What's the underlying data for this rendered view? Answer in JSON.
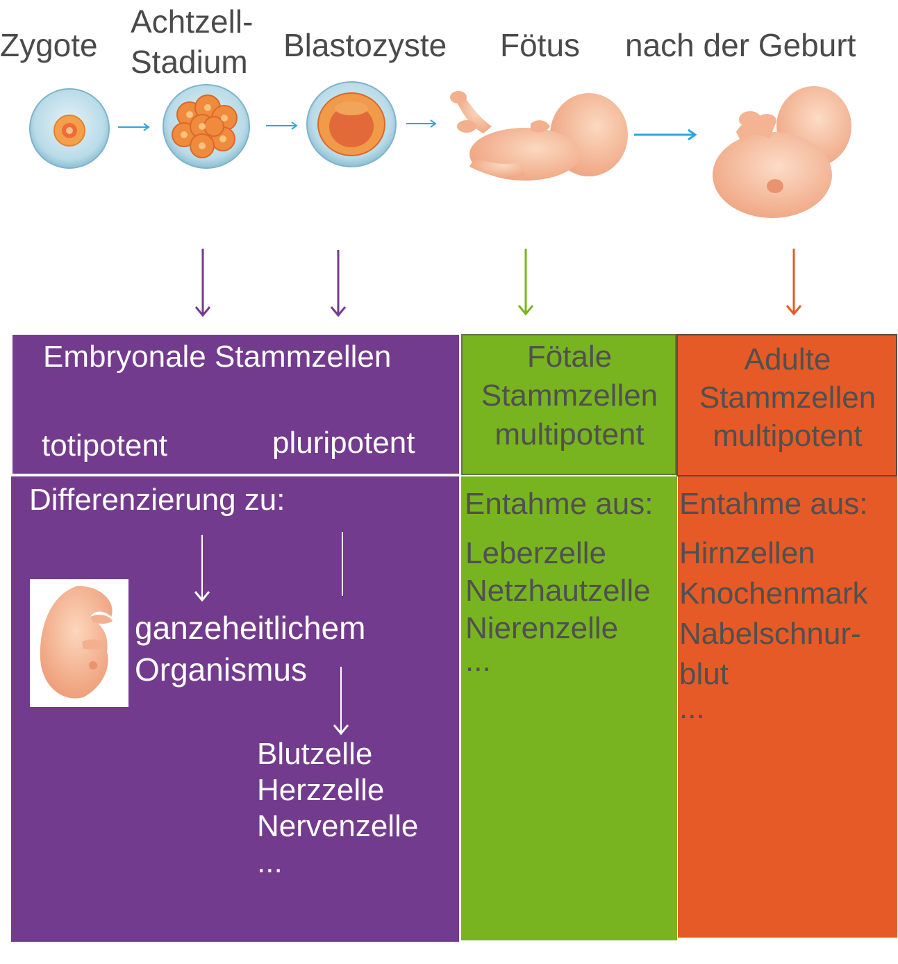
{
  "stages": {
    "zygote": "Zygote",
    "eight_cell": "Achtzell-\nStadium",
    "blastocyst": "Blastozyste",
    "fetus": "Fötus",
    "after_birth": "nach der Geburt"
  },
  "embryonic": {
    "title": "Embryonale Stammzellen",
    "totipotent": "totipotent",
    "pluripotent": "pluripotent",
    "differentiation": "Differenzierung zu:",
    "organism": "ganzeheitlichem\nOrganismus",
    "cells": [
      "Blutzelle",
      "Herzzelle",
      "Nervenzelle",
      "..."
    ]
  },
  "fetal": {
    "title": "Fötale\nStammzellen\nmultipotent",
    "source_label": "Entahme aus:",
    "sources": [
      "Leberzelle",
      "Netzhautzelle",
      "Nierenzelle",
      "..."
    ]
  },
  "adult": {
    "title": "Adulte\nStammzellen\nmultipotent",
    "source_label": "Entahme aus:",
    "sources": [
      "Hirnzellen",
      "Knochenmark",
      "Nabelschnur-",
      "blut",
      "..."
    ]
  },
  "colors": {
    "purple": "#733b8d",
    "green": "#78b41f",
    "orange": "#e55a26",
    "arrow_blue": "#2aa7df",
    "skin": "#f6b994"
  },
  "icons": [
    "zygote-icon",
    "eight-cell-icon",
    "blastocyst-icon",
    "fetus-icon",
    "newborn-icon",
    "embryo-icon"
  ]
}
